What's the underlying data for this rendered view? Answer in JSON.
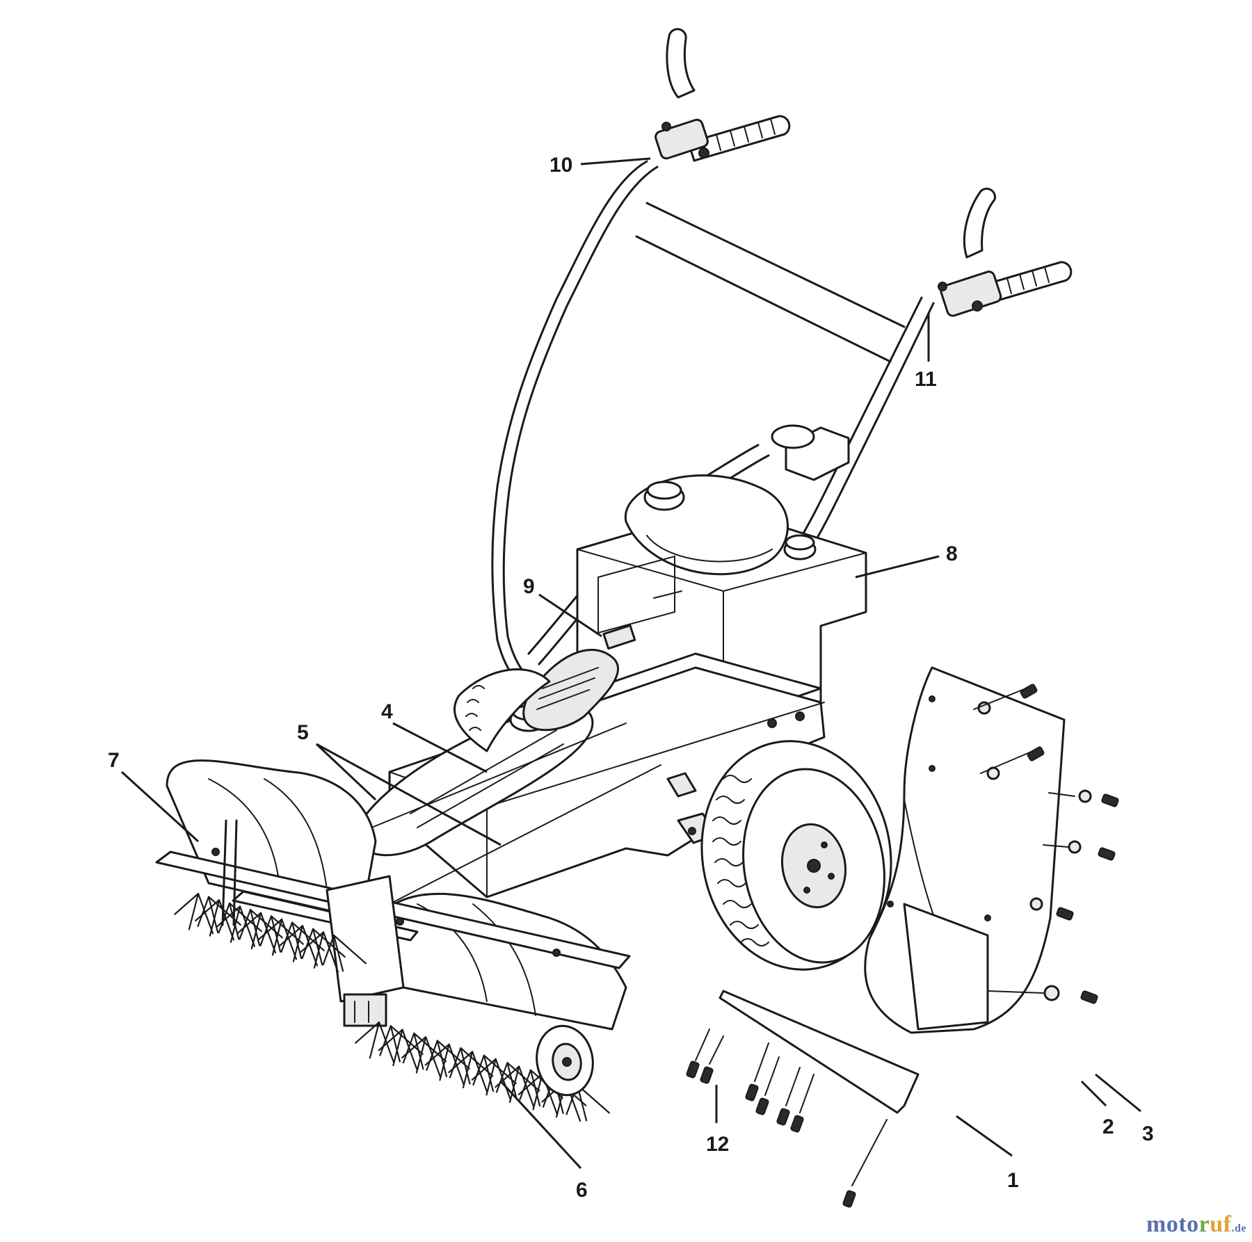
{
  "callouts": [
    {
      "id": "c1",
      "label": "1"
    },
    {
      "id": "c2",
      "label": "2"
    },
    {
      "id": "c3",
      "label": "3"
    },
    {
      "id": "c4",
      "label": "4"
    },
    {
      "id": "c5",
      "label": "5"
    },
    {
      "id": "c6",
      "label": "6"
    },
    {
      "id": "c7",
      "label": "7"
    },
    {
      "id": "c8",
      "label": "8"
    },
    {
      "id": "c9",
      "label": "9"
    },
    {
      "id": "c10",
      "label": "10"
    },
    {
      "id": "c11",
      "label": "11"
    },
    {
      "id": "c12",
      "label": "12"
    }
  ],
  "watermark": {
    "part1": "moto",
    "part2": "r",
    "part3": "uf",
    "part4": ".de",
    "colors": {
      "blue": "#5a6fb0",
      "green": "#6fa848",
      "orange": "#e0a23a"
    }
  }
}
